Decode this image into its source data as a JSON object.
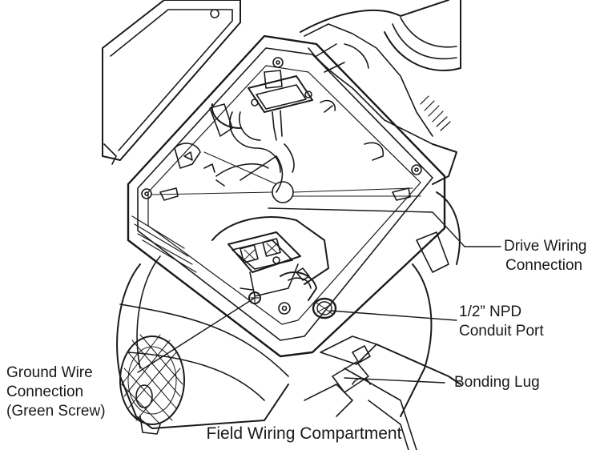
{
  "figure": {
    "caption": "Field Wiring Compartment",
    "labels": {
      "drive_wiring": [
        "Drive Wiring",
        "Connection"
      ],
      "conduit_port": [
        "1/2” NPD",
        "Conduit Port"
      ],
      "bonding_lug": [
        "Bonding Lug"
      ],
      "ground_wire": [
        "Ground Wire",
        "Connection",
        "(Green Screw)"
      ]
    },
    "colors": {
      "ink": "#1a1a1a",
      "background": "#ffffff"
    }
  }
}
